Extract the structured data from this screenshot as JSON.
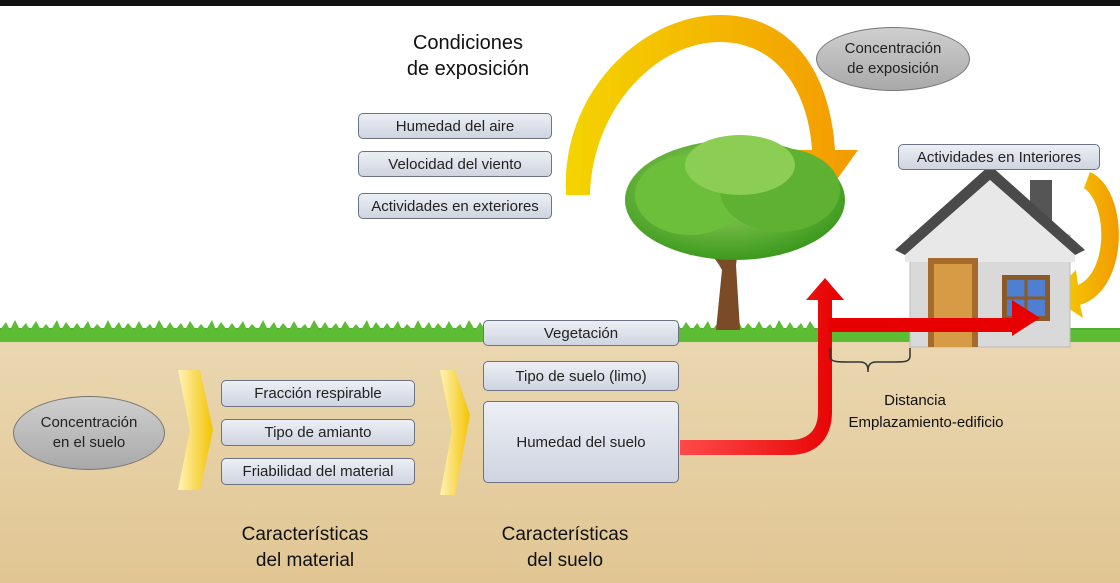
{
  "top_section": {
    "conditions_heading": "Condiciones\nde exposición",
    "exposure_concentration": "Concentración\nde exposición",
    "conditions": [
      "Humedad del aire",
      "Velocidad del viento",
      "Actividades en exteriores"
    ],
    "indoor_activities": "Actividades en Interiores"
  },
  "material": {
    "source_concentration": "Concentración\nen el suelo",
    "factors": [
      "Fracción respirable",
      "Tipo de amianto",
      "Friabilidad del material"
    ],
    "heading": "Características\ndel material"
  },
  "soil": {
    "factors": [
      "Vegetación",
      "Tipo de suelo (limo)",
      "Humedad del suelo"
    ],
    "heading": "Características\ndel suelo"
  },
  "distance": {
    "line1": "Distancia",
    "line2": "Emplazamiento-edificio"
  },
  "colors": {
    "soil": "#e7d2a8",
    "grass": "#4fae2b",
    "red_arrow": "#ff0000",
    "yellow_arrow": "#f3c300"
  }
}
